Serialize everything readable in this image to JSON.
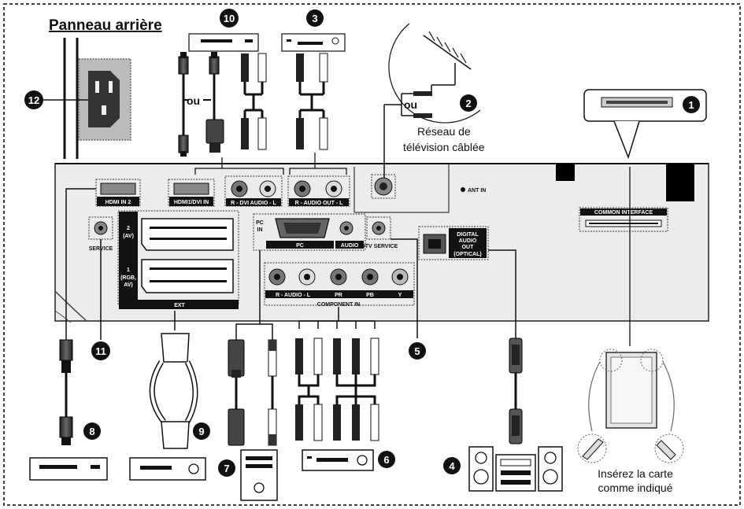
{
  "title": "Panneau arrière",
  "ou": "ou",
  "cable_tv_line1": "Réseau de",
  "cable_tv_line2": "télévision câblée",
  "insert_line1": "Insérez la carte",
  "insert_line2": "comme indiqué",
  "ports": {
    "hdmi_in2": "HDMI IN 2",
    "hdmi1_dvi": "HDMI1/DVI IN",
    "dvi_audio": "R - DVI AUDIO - L",
    "audio_out": "R - AUDIO OUT - L",
    "ant_in": "ANT IN",
    "common_interface": "COMMON INTERFACE",
    "service": "SERVICE",
    "av2": "2",
    "av2_sub": "(AV)",
    "av1": "1",
    "av1_sub1": "(RGB,",
    "av1_sub2": "AV)",
    "ext": "EXT",
    "pc_in1": "PC",
    "pc_in2": "IN",
    "pc": "PC",
    "audio": "AUDIO",
    "dtv_service": "DTV SERVICE",
    "digital1": "DIGITAL",
    "digital2": "AUDIO",
    "digital3": "OUT",
    "digital4": "(OPTICAL)",
    "comp_audio": "R - AUDIO - L",
    "pr": "PR",
    "pb": "PB",
    "y": "Y",
    "component_in": "COMPONENT IN"
  },
  "callouts": [
    "1",
    "2",
    "3",
    "4",
    "5",
    "6",
    "7",
    "8",
    "9",
    "10",
    "11",
    "12"
  ]
}
